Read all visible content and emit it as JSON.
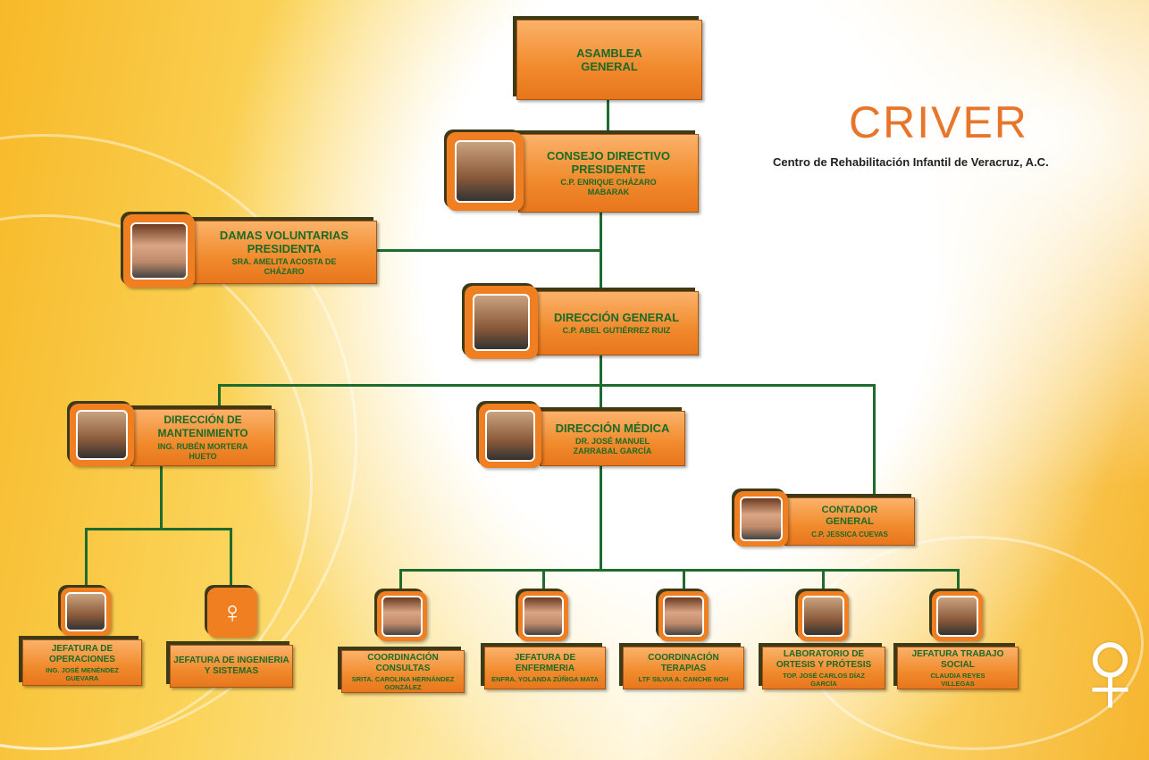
{
  "logo": {
    "brand": "CRIVER",
    "subtitle": "Centro de Rehabilitación Infantil de Veracruz, A.C."
  },
  "colors": {
    "box": "#f18a2c",
    "text": "#1c6a26",
    "line": "#1f6b2d"
  },
  "nodes": {
    "asamblea": {
      "title": "ASAMBLEA GENERAL"
    },
    "consejo": {
      "title": "CONSEJO DIRECTIVO PRESIDENTE",
      "name": "C.P. ENRIQUE CHÁZARO MABARAK"
    },
    "damas": {
      "title": "DAMAS VOLUNTARIAS PRESIDENTA",
      "name": "SRA. AMELITA ACOSTA DE CHÁZARO"
    },
    "direccion_general": {
      "title": "DIRECCIÓN GENERAL",
      "name": "C.P. ABEL GUTIÉRREZ RUIZ"
    },
    "mantenimiento": {
      "title": "DIRECCIÓN DE MANTENIMIENTO",
      "name": "ING. RUBÉN MORTERA HUETO"
    },
    "medica": {
      "title": "DIRECCIÓN MÉDICA",
      "name": "DR. JOSÉ MANUEL ZARRABAL GARCÍA"
    },
    "contador": {
      "title": "CONTADOR GENERAL",
      "name": "C.P. JESSICA CUEVAS"
    },
    "operaciones": {
      "title": "JEFATURA DE OPERACIONES",
      "name": "ING. JOSÉ MENÉNDEZ GUEVARA"
    },
    "ingenieria": {
      "title": "JEFATURA DE INGENIERIA Y SISTEMAS"
    },
    "consultas": {
      "title": "COORDINACIÓN CONSULTAS",
      "name": "SRITA. CAROLINA HERNÁNDEZ GONZÁLEZ"
    },
    "enfermeria": {
      "title": "JEFATURA DE ENFERMERIA",
      "name": "ENFRA. YOLANDA ZÚÑIGA MATA"
    },
    "terapias": {
      "title": "COORDINACIÓN TERAPIAS",
      "name": "LTF SILVIA A. CANCHE NOH"
    },
    "laboratorio": {
      "title": "LABORATORIO DE ORTESIS Y PRÓTESIS",
      "name": "TOP. JOSÉ CARLOS DÍAZ GARCÍA"
    },
    "trabajo_social": {
      "title": "JEFATURA TRABAJO SOCIAL",
      "name": "CLAUDIA REYES VILLEGAS"
    }
  }
}
